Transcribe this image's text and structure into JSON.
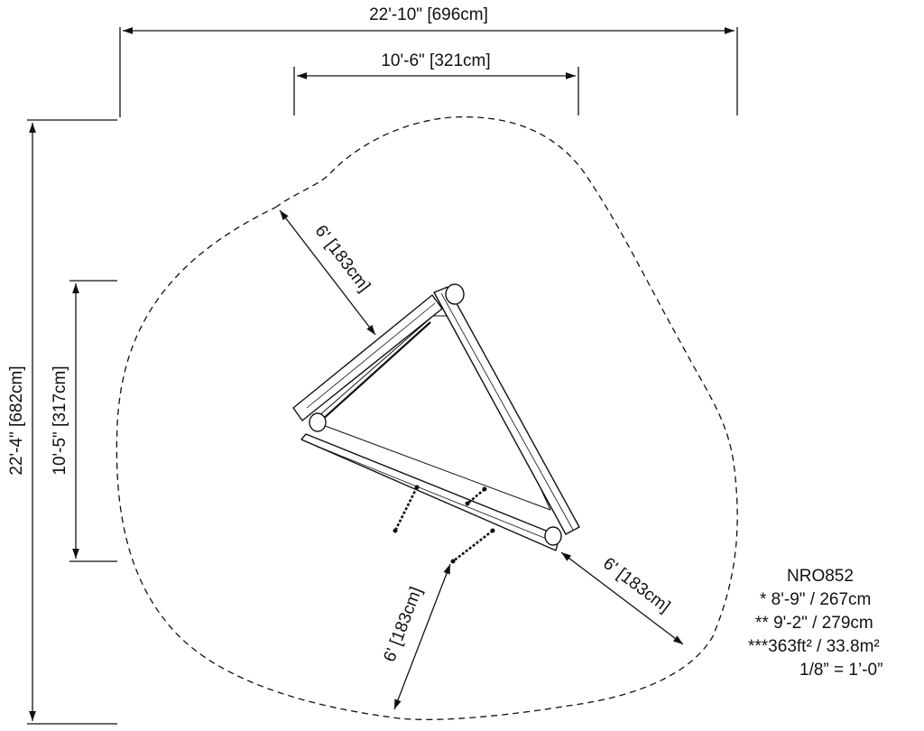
{
  "dimensions": {
    "overall_width": "22'-10\" [696cm]",
    "structure_width": "10'-6\" [321cm]",
    "overall_depth": "22'-4\" [682cm]",
    "structure_depth": "10'-5\" [317cm]",
    "clearance_upper_left": "6' [183cm]",
    "clearance_lower_right": "6' [183cm]",
    "clearance_bottom": "6' [183cm]"
  },
  "info": {
    "model": "NRO852",
    "height_1": "* 8'-9\" / 267cm",
    "height_2": "** 9'-2\" / 279cm",
    "area": "***363ft² / 33.8m²",
    "scale": "1/8” = 1’-0”"
  },
  "colors": {
    "line": "#111111",
    "background": "#ffffff"
  }
}
